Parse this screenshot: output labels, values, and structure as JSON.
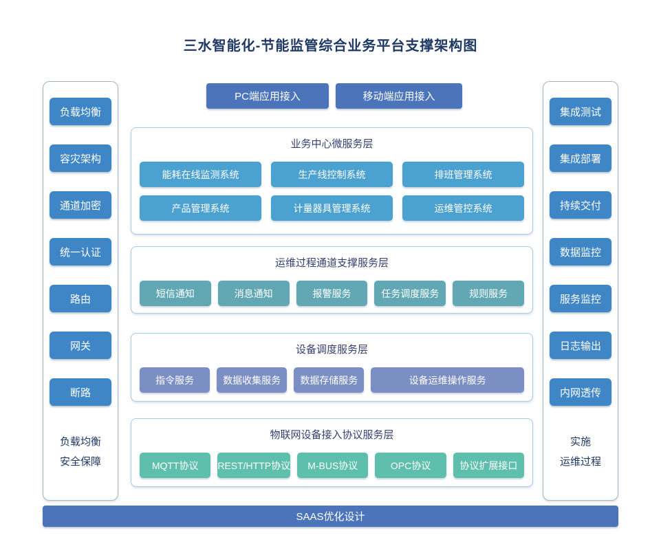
{
  "title": "三水智能化-节能监管综合业务平台支撑架构图",
  "palette": {
    "title_color": "#1F3864",
    "heading_color": "#363F6F",
    "sidebar_button_blue": "#3E86C6",
    "indigo_blue": "#4B74BA",
    "business_box_blue": "#4BA1CF",
    "channel_box_teal": "#61A8B4",
    "device_box_periwinkle": "#7B8FC4",
    "protocol_box_green": "#5EBFAD"
  },
  "top_buttons": {
    "pc": "PC端应用接入",
    "mobile": "移动端应用接入"
  },
  "left_panel": {
    "items": [
      "负载均衡",
      "容灾架构",
      "通道加密",
      "统一认证",
      "路由",
      "网关",
      "断路"
    ],
    "caption_line1": "负载均衡",
    "caption_line2": "安全保障"
  },
  "right_panel": {
    "items": [
      "集成测试",
      "集成部署",
      "持续交付",
      "数据监控",
      "服务监控",
      "日志输出",
      "内网透传"
    ],
    "caption_line1": "实施",
    "caption_line2": "运维过程"
  },
  "sections": [
    {
      "title": "业务中心微服务层",
      "items": [
        "能耗在线监测系统",
        "生产线控制系统",
        "排班管理系统",
        "产品管理系统",
        "计量器具管理系统",
        "运维管控系统"
      ]
    },
    {
      "title": "运维过程通道支撑服务层",
      "items": [
        "短信通知",
        "消息通知",
        "报警服务",
        "任务调度服务",
        "规则服务"
      ]
    },
    {
      "title": "设备调度服务层",
      "items": [
        "指令服务",
        "数据收集服务",
        "数据存储服务",
        "设备运维操作服务"
      ]
    },
    {
      "title": "物联网设备接入协议服务层",
      "items": [
        "MQTT协议",
        "REST/HTTP协议",
        "M-BUS协议",
        "OPC协议",
        "协议扩展接口"
      ]
    }
  ],
  "bottom_bar": "SAAS优化设计"
}
